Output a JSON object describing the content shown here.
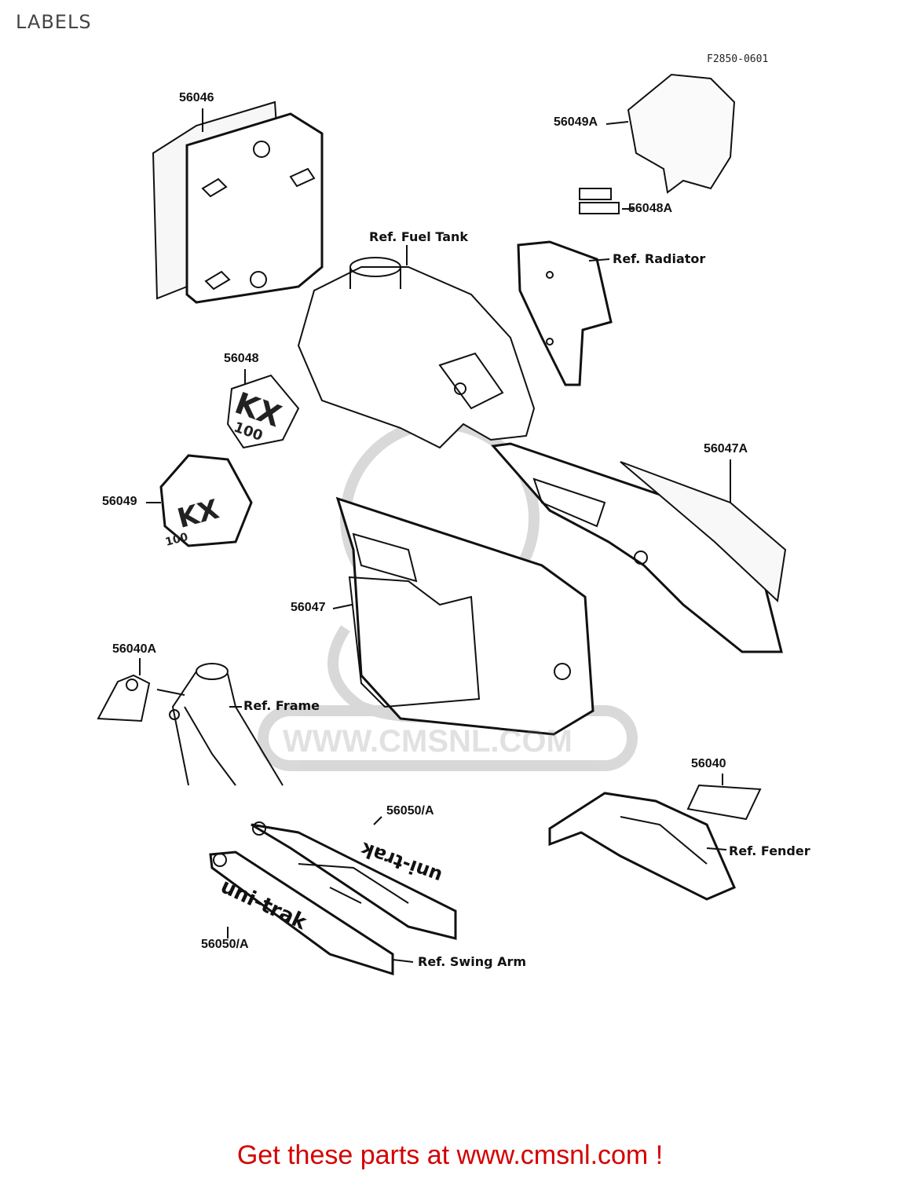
{
  "page": {
    "title": "LABELS",
    "figure_code": "F2850-0601"
  },
  "watermark": {
    "logo_text": "CMS",
    "site_text": "WWW.CMSNL.COM"
  },
  "parts": [
    {
      "number": "56046"
    },
    {
      "number": "56049A"
    },
    {
      "number": "56048A"
    },
    {
      "number": "56048"
    },
    {
      "number": "56049"
    },
    {
      "number": "56047A"
    },
    {
      "number": "56047"
    },
    {
      "number": "56040A"
    },
    {
      "number": "56040"
    },
    {
      "number": "56050/A"
    },
    {
      "number": "56050/A"
    }
  ],
  "references": {
    "fuel_tank": "Ref. Fuel Tank",
    "radiator": "Ref. Radiator",
    "frame": "Ref. Frame",
    "fender": "Ref. Fender",
    "swing_arm": "Ref. Swing Arm"
  },
  "decal_text": {
    "kx": "KX",
    "model": "100",
    "uni_trak": "uni-trak"
  },
  "footer": {
    "text": "Get these parts at www.cmsnl.com !"
  }
}
